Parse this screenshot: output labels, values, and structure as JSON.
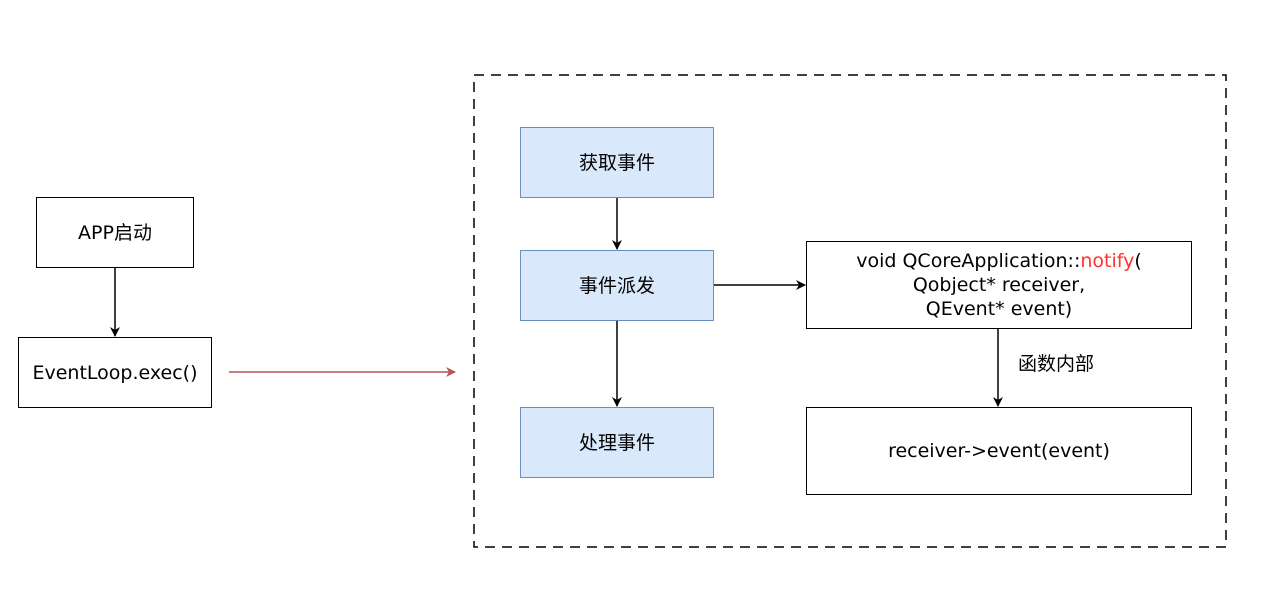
{
  "nodes": {
    "app_start": "APP启动",
    "event_loop": "EventLoop.exec()",
    "get_event": "获取事件",
    "dispatch_event": "事件派发",
    "process_event": "处理事件",
    "notify": {
      "prefix": "void QCoreApplication::",
      "highlight": "notify",
      "suffix": "(",
      "line2": "Qobject* receiver,",
      "line3": "QEvent* event)"
    },
    "receiver_event": "receiver->event(event)"
  },
  "edge_labels": {
    "notify_to_receiver": "函数内部"
  },
  "colors": {
    "process_fill": "#dae8fc",
    "process_stroke": "#6c8ebf",
    "highlight_text": "#ff3333",
    "link_arrow": "#b85450"
  }
}
